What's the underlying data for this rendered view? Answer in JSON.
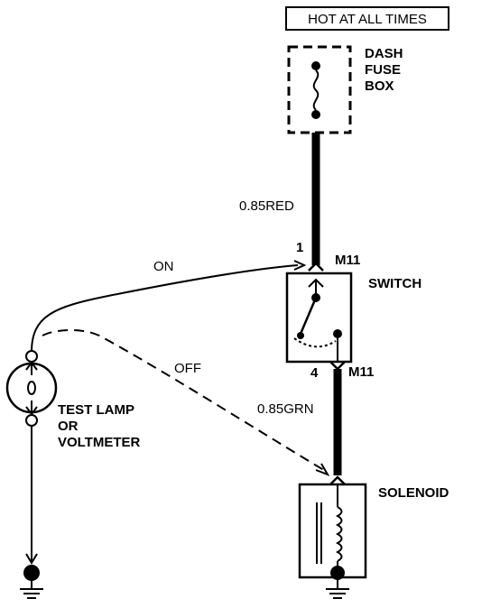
{
  "header_label": "HOT AT ALL TIMES",
  "fuse_box": {
    "line1": "DASH",
    "line2": "FUSE",
    "line3": "BOX"
  },
  "wire_top": "0.85RED",
  "wire_bottom": "0.85GRN",
  "switch": {
    "label": "SWITCH",
    "pin_in": "1",
    "pin_out": "4",
    "connector_in": "M11",
    "connector_out": "M11"
  },
  "probe_on": "ON",
  "probe_off": "OFF",
  "test_lamp": {
    "line1": "TEST LAMP",
    "line2": "OR",
    "line3": "VOLTMETER"
  },
  "solenoid": "SOLENOID"
}
